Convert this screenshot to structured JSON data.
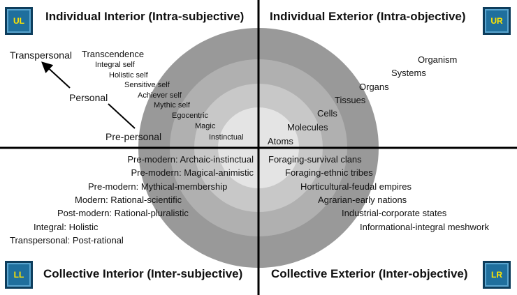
{
  "quadrants": {
    "ul": {
      "badge": "UL",
      "title": "Individual Interior (Intra-subjective)"
    },
    "ur": {
      "badge": "UR",
      "title": "Individual Exterior (Intra-objective)"
    },
    "ll": {
      "badge": "LL",
      "title": "Collective Interior (Inter-subjective)"
    },
    "lr": {
      "badge": "LR",
      "title": "Collective Exterior (Inter-objective)"
    }
  },
  "upper_left": {
    "stages": [
      "Transpersonal",
      "Personal",
      "Pre-personal"
    ],
    "levels": [
      "Transcendence",
      "Integral self",
      "Holistic self",
      "Sensitive self",
      "Achiever self",
      "Mythic self",
      "Egocentric",
      "Magic",
      "Instinctual"
    ]
  },
  "upper_right": {
    "levels": [
      "Atoms",
      "Molecules",
      "Cells",
      "Tissues",
      "Organs",
      "Systems",
      "Organism"
    ]
  },
  "lower_left": {
    "levels": [
      "Pre-modern: Archaic-instinctual",
      "Pre-modern: Magical-animistic",
      "Pre-modern: Mythical-membership",
      "Modern: Rational-scientific",
      "Post-modern: Rational-pluralistic",
      "Integral: Holistic",
      "Transpersonal: Post-rational"
    ]
  },
  "lower_right": {
    "levels": [
      "Foraging-survival clans",
      "Foraging-ethnic tribes",
      "Horticultural-feudal empires",
      "Agrarian-early nations",
      "Industrial-corporate states",
      "Informational-integral meshwork"
    ]
  },
  "colors": {
    "ring_outer": "#999999",
    "ring_2": "#b0b0b0",
    "ring_3": "#c8c8c8",
    "ring_inner": "#e4e4e4",
    "axis": "#000000",
    "badge_fill": "#1f6f9d",
    "badge_text": "#ffe500"
  }
}
